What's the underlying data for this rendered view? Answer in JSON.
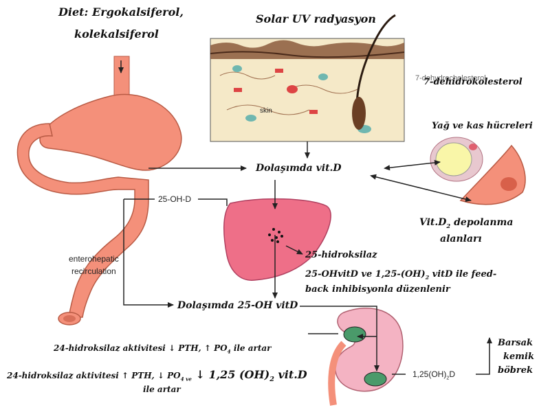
{
  "diet_line1": "Diet: Ergokalsiferol,",
  "diet_line2": "kolekalsiferol",
  "solar_uv": "Solar UV radyasyon",
  "skin_label": "skin",
  "dehydro_overlay": "7-dehydrocholesterol",
  "dehydro_tr": "7-dehidrokolesterol",
  "fat_muscle": "Yağ ve kas hücreleri",
  "circulating_vitd": "Dolaşımda vit.D",
  "oh_d_25": "25-OH-D",
  "storage_line1": "Vit.D",
  "storage_sub": "2",
  "storage_line1_end": " depolanma",
  "storage_line2": "alanları",
  "enterohepatic": "enterohepatic",
  "recirculation": "recirculation",
  "hydroxylase": "25-hidroksilaz",
  "feedback_line1": "25-OHvitD ve 1,25-(OH)",
  "feedback_sub": "2",
  "feedback_line1_end": " vitD ile feed-",
  "feedback_line2": "back inhibisyonla düzenlenir",
  "circulating_25oh": "Dolaşımda 25-OH vitD",
  "line_24a_start": "24-hidroksilaz aktivitesi ↓ PTH, ↑ PO",
  "line_24a_sub": "4",
  "line_24a_end": " ile artar",
  "line_24b_start": "24-hidroksilaz aktivitesi ↑ PTH, ↓ PO",
  "line_24b_sub": "4 ve",
  "line_24b_big": "↓ 1,25 (OH)",
  "line_24b_big_sub": "2",
  "line_24b_big_end": " vit.D",
  "line_24b_2": "ile artar",
  "calcitriol_label": "1,25(OH)",
  "calcitriol_sub": "2",
  "calcitriol_end": "D",
  "targets": [
    "Barsak",
    "kemik",
    "böbrek"
  ],
  "colors": {
    "organ": "#f4907a",
    "organ_dark": "#c85a44",
    "liver": "#ee6f88",
    "skin_bg": "#f5e9c8",
    "arrow": "#222222"
  }
}
